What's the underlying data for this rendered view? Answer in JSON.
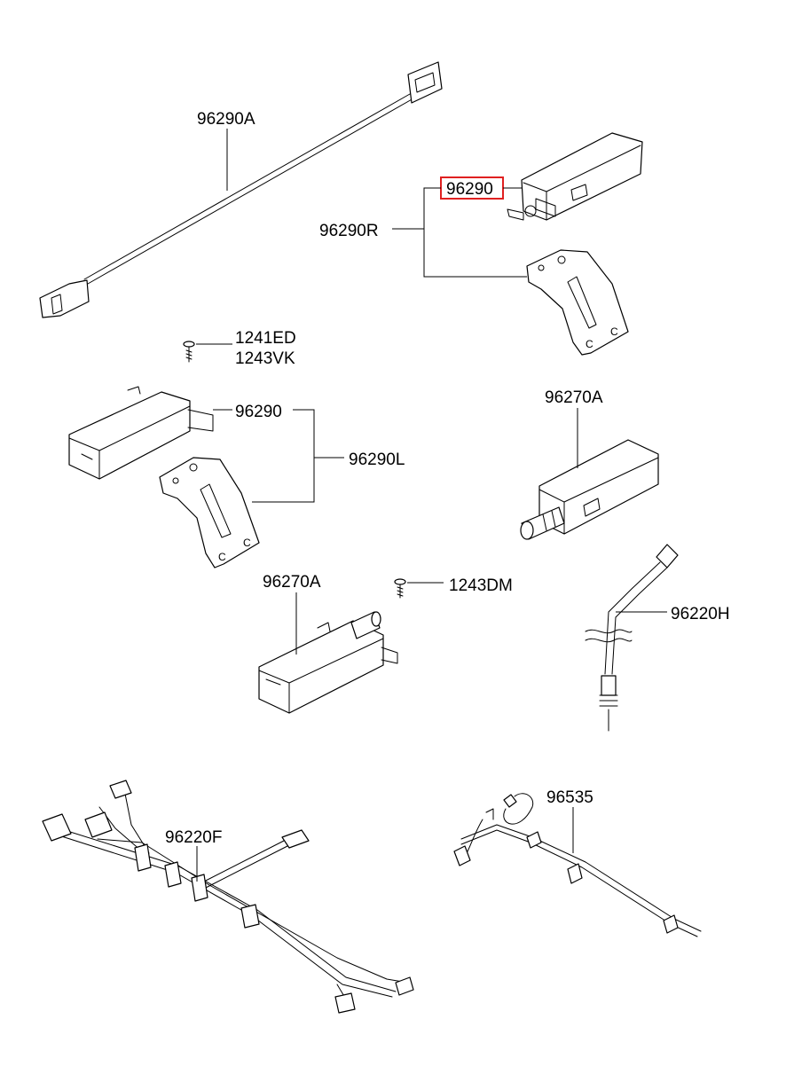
{
  "labels": {
    "p96290A": "96290A",
    "p96290_highlighted": "96290",
    "p96290R": "96290R",
    "p1241ED": "1241ED",
    "p1243VK": "1243VK",
    "p96290_left": "96290",
    "p96290L": "96290L",
    "p96270A_right": "96270A",
    "p96270A_left": "96270A",
    "p1243DM": "1243DM",
    "p96220H": "96220H",
    "p96220F": "96220F",
    "p96535": "96535"
  },
  "highlight_color": "#e02020"
}
